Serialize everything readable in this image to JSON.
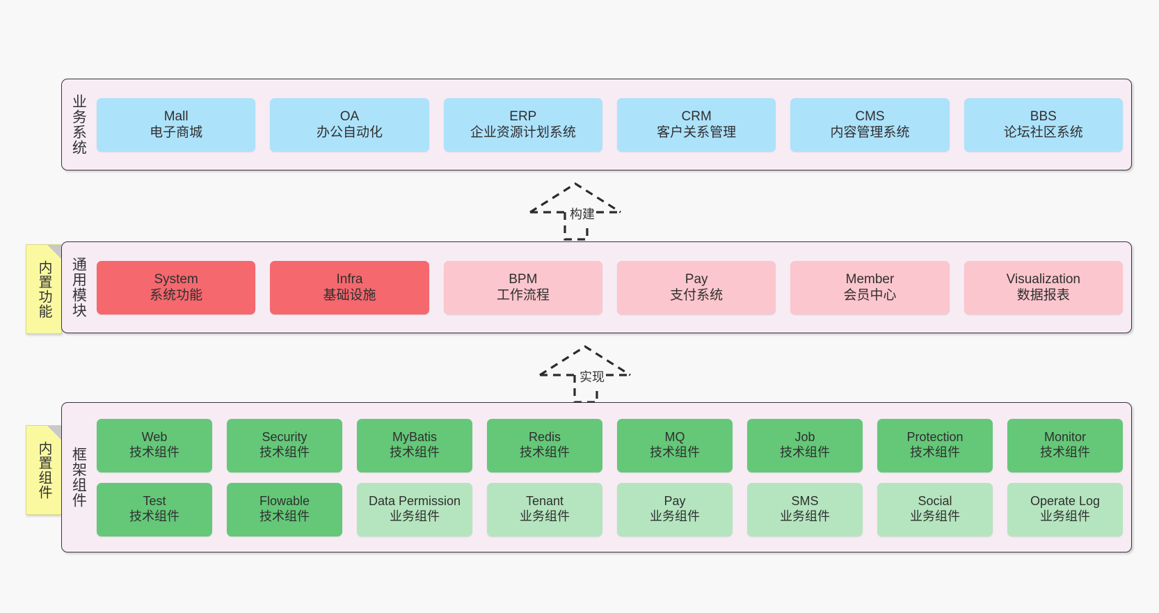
{
  "diagram": {
    "title_hidden": "",
    "colors": {
      "panel_bg": "#f7ecf4",
      "panel_border": "#3a3340",
      "blue": "#ade2fb",
      "red": "#f4686e",
      "pink": "#fbc6cd",
      "green": "#64c878",
      "light_green": "#b5e5bf",
      "note_yellow": "#fbf9a0",
      "page_bg": "#f8f8f8"
    }
  },
  "layers": {
    "business": {
      "label": "业务系统",
      "cards": [
        {
          "name": "Mall",
          "desc": "电子商城"
        },
        {
          "name": "OA",
          "desc": "办公自动化"
        },
        {
          "name": "ERP",
          "desc": "企业资源计划系统"
        },
        {
          "name": "CRM",
          "desc": "客户关系管理"
        },
        {
          "name": "CMS",
          "desc": "内容管理系统"
        },
        {
          "name": "BBS",
          "desc": "论坛社区系统"
        }
      ]
    },
    "common": {
      "label": "通用模块",
      "note": "内置功能",
      "cards": [
        {
          "name": "System",
          "desc": "系统功能",
          "tone": "red"
        },
        {
          "name": "Infra",
          "desc": "基础设施",
          "tone": "red"
        },
        {
          "name": "BPM",
          "desc": "工作流程",
          "tone": "pink"
        },
        {
          "name": "Pay",
          "desc": "支付系统",
          "tone": "pink"
        },
        {
          "name": "Member",
          "desc": "会员中心",
          "tone": "pink"
        },
        {
          "name": "Visualization",
          "desc": "数据报表",
          "tone": "pink"
        }
      ]
    },
    "framework": {
      "label": "框架组件",
      "note": "内置组件",
      "row1": [
        {
          "name": "Web",
          "desc": "技术组件"
        },
        {
          "name": "Security",
          "desc": "技术组件"
        },
        {
          "name": "MyBatis",
          "desc": "技术组件"
        },
        {
          "name": "Redis",
          "desc": "技术组件"
        },
        {
          "name": "MQ",
          "desc": "技术组件"
        },
        {
          "name": "Job",
          "desc": "技术组件"
        },
        {
          "name": "Protection",
          "desc": "技术组件"
        },
        {
          "name": "Monitor",
          "desc": "技术组件"
        }
      ],
      "row2": [
        {
          "name": "Test",
          "desc": "技术组件",
          "tone": "green"
        },
        {
          "name": "Flowable",
          "desc": "技术组件",
          "tone": "green"
        },
        {
          "name": "Data Permission",
          "desc": "业务组件",
          "tone": "light"
        },
        {
          "name": "Tenant",
          "desc": "业务组件",
          "tone": "light"
        },
        {
          "name": "Pay",
          "desc": "业务组件",
          "tone": "light"
        },
        {
          "name": "SMS",
          "desc": "业务组件",
          "tone": "light"
        },
        {
          "name": "Social",
          "desc": "业务组件",
          "tone": "light"
        },
        {
          "name": "Operate Log",
          "desc": "业务组件",
          "tone": "light"
        }
      ]
    }
  },
  "connectors": [
    {
      "label": "构建",
      "from": "common",
      "to": "business"
    },
    {
      "label": "实现",
      "from": "framework",
      "to": "common"
    }
  ]
}
